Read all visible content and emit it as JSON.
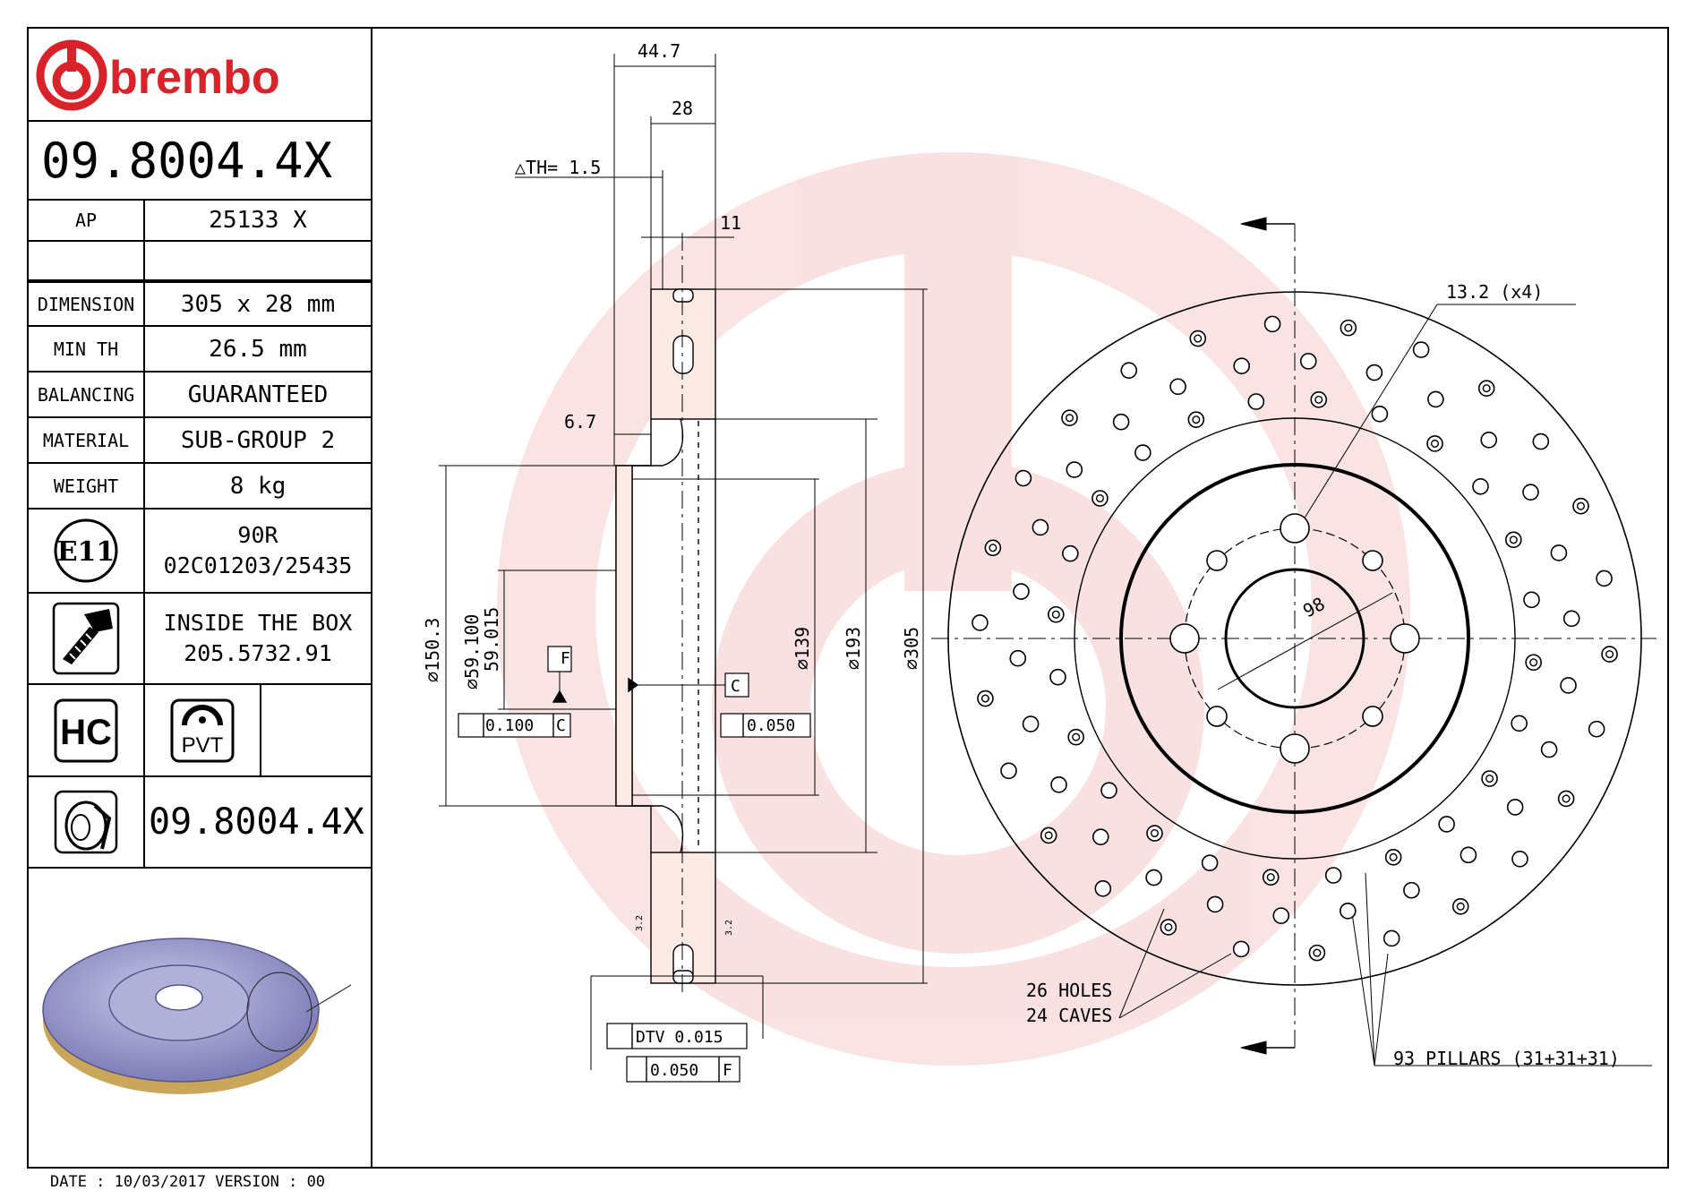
{
  "brand": {
    "name": "brembo",
    "color": "#d8232a"
  },
  "part_number": "09.8004.4X",
  "specs": [
    {
      "label": "AP",
      "value": "25133 X"
    },
    {
      "label": "",
      "value": ""
    },
    {
      "label": "DIMENSION",
      "value": "305 x 28 mm"
    },
    {
      "label": "MIN TH",
      "value": "26.5 mm"
    },
    {
      "label": "BALANCING",
      "value": "GUARANTEED"
    },
    {
      "label": "MATERIAL",
      "value": "SUB-GROUP 2"
    },
    {
      "label": "WEIGHT",
      "value": "8 kg"
    }
  ],
  "approval": {
    "icon": "e11-mark",
    "mark": "E11",
    "line1": "90R",
    "line2": "02C01203/25435"
  },
  "inside_box": {
    "icon": "screw-icon",
    "line1": "INSIDE THE BOX",
    "line2": "205.5732.91"
  },
  "features": [
    {
      "icon": "hc-icon",
      "text": "HC"
    },
    {
      "icon": "pvt-icon",
      "text": "PVT"
    }
  ],
  "variant": {
    "icon": "disc-variant-icon",
    "code": "09.8004.4X"
  },
  "dimensions": {
    "total_width": "44.7",
    "thickness": "28",
    "delta_th": "△TH= 1.5",
    "flange": "11",
    "hat_offset": "6.7",
    "hub_bore_max": "⌀59.100",
    "hub_bore_min": "59.015",
    "dia_150": "⌀150.3",
    "dia_139": "⌀139",
    "dia_193": "⌀193",
    "dia_305": "⌀305",
    "datum_f": "F",
    "datum_c": "C",
    "parallelism": "0.100",
    "parallelism_ref": "C",
    "flatness": "0.050",
    "dtv": "DTV 0.015",
    "runout": "0.050",
    "runout_ref": "F",
    "roughness_l": "3.2",
    "roughness_r": "3.2"
  },
  "front_view": {
    "bolt_hole": "13.2 (x4)",
    "pcd": "98",
    "holes_label": "26 HOLES",
    "caves_label": "24 CAVES",
    "pillars_label": "93 PILLARS (31+31+31)"
  },
  "footer": "DATE : 10/03/2017 VERSION : 00"
}
